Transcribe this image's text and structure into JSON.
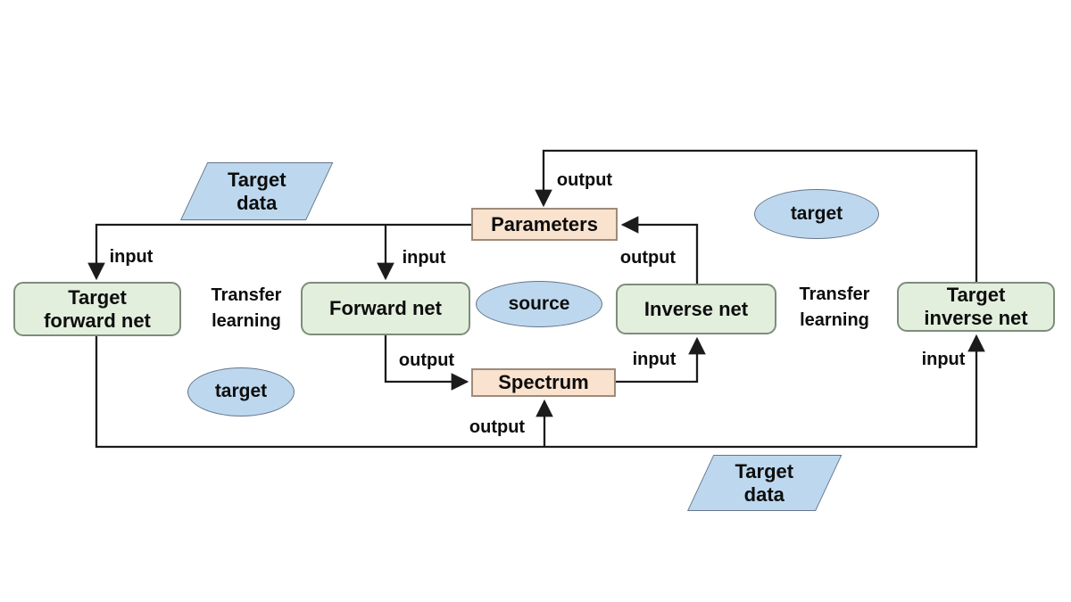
{
  "colors": {
    "background": "#ffffff",
    "net_fill": "#e3efdd",
    "net_border": "#7d8d7b",
    "io_fill": "#f9e2ce",
    "io_border": "#9d8b7b",
    "data_fill": "#bdd8ee",
    "data_border": "#66758a",
    "line": "#1b1b1b",
    "text": "#0d0d0d"
  },
  "nodes": {
    "target_forward_net": "Target\nforward net",
    "forward_net": "Forward net",
    "inverse_net": "Inverse net",
    "target_inverse_net": "Target\ninverse net",
    "parameters": "Parameters",
    "spectrum": "Spectrum",
    "source_ellipse": "source",
    "target_ellipse_top": "target",
    "target_ellipse_bottom": "target",
    "target_data_top": "Target\ndata",
    "target_data_bottom": "Target\ndata"
  },
  "edge_labels": {
    "input_target_forward": "input",
    "input_forward": "input",
    "output_to_parameters_top": "output",
    "output_inverse_to_parameters": "output",
    "output_forward_to_spectrum": "output",
    "input_spectrum_to_inverse": "input",
    "output_bottom_to_spectrum": "output",
    "input_bottom_to_target_inverse": "input",
    "transfer_learning_left": "Transfer\nlearning",
    "transfer_learning_right": "Transfer\nlearning"
  }
}
